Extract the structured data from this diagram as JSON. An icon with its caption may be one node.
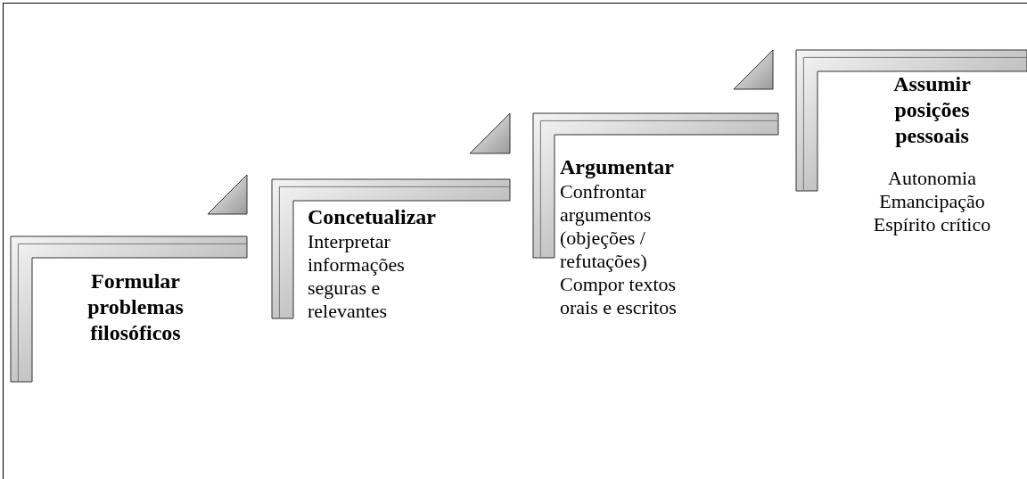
{
  "diagram": {
    "nodes": [
      {
        "text": [
          "Formular problemas filosóficos"
        ]
      },
      {
        "text": [
          "Concetualizar",
          "Interpretar informações seguras e relevantes"
        ]
      },
      {
        "text": [
          "Argumentar",
          "Confrontar argumentos (objeções / refutações)",
          "Compor textos orais e escritos"
        ]
      },
      {
        "text": [
          "Assumir posições pessoais",
          "Autonomia",
          "Emancipação",
          "Espírito crítico"
        ]
      }
    ]
  }
}
